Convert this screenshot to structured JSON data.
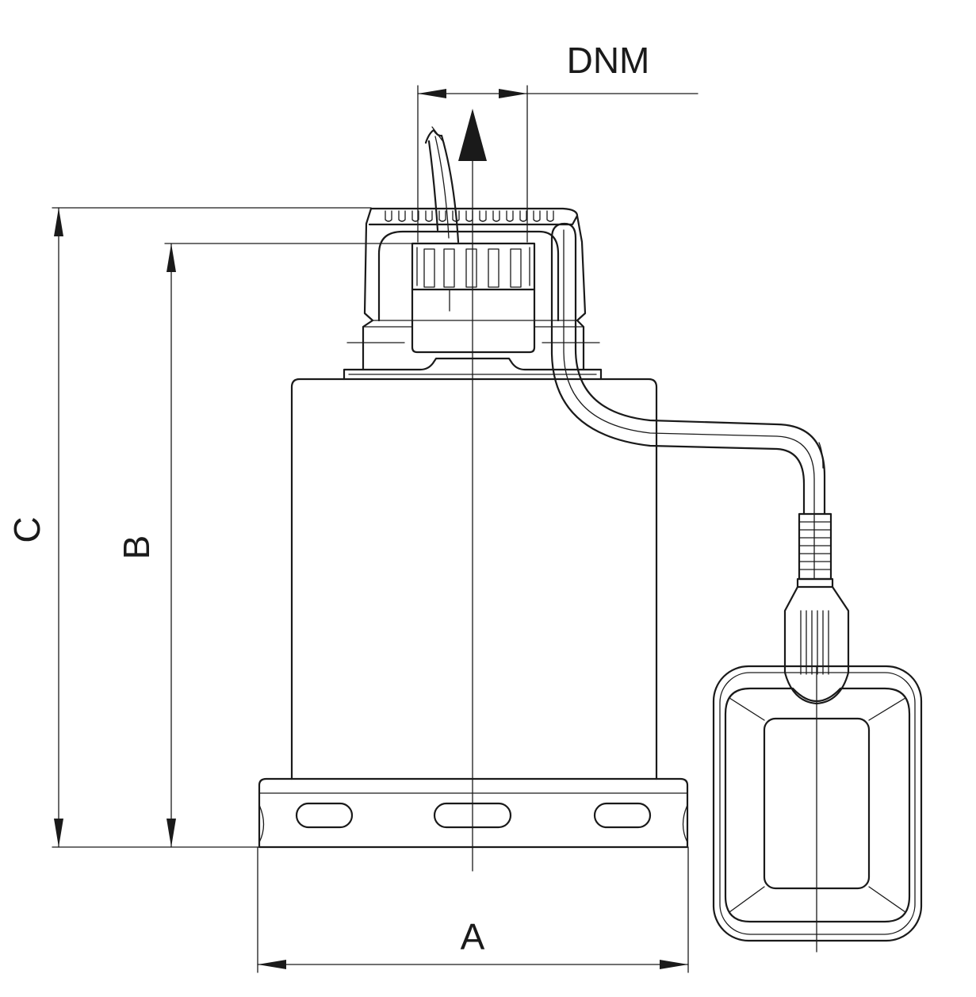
{
  "labels": {
    "dnm": "DNM",
    "a": "A",
    "b": "B",
    "c": "C"
  },
  "colors": {
    "line": "#1a1a1a",
    "background": "#ffffff"
  }
}
